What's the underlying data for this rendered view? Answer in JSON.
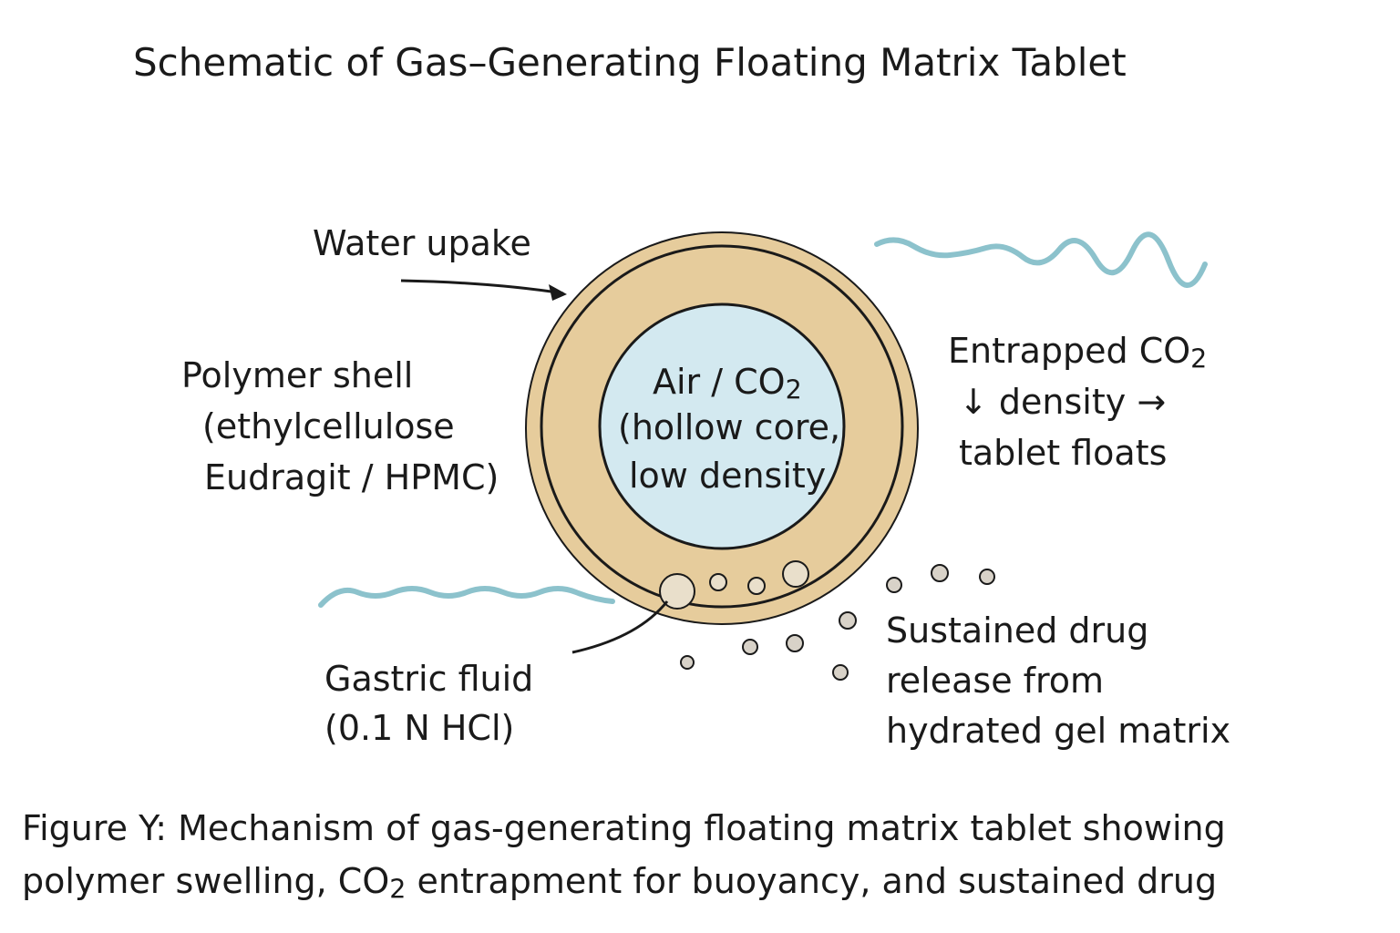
{
  "title": "Schematic of Gas–Generating Floating Matrix Tablet",
  "labels": {
    "water_uptake": "Water upake",
    "polymer_shell": [
      "Polymer shell",
      "(ethylcellulose",
      "Eudragit / HPMC)"
    ],
    "core": {
      "line1": "Air / CO",
      "line1_sub": "2",
      "line2": "(hollow core,",
      "line3": "low density"
    },
    "entrapped": {
      "line1": "Entrapped CO",
      "line1_sub": "2",
      "line2": "↓ density →",
      "line3": "tablet floats"
    },
    "gastric": [
      "Gastric fluid",
      "(0.1 N HCl)"
    ],
    "release": [
      "Sustained drug",
      "release from",
      "hydrated gel matrix"
    ]
  },
  "caption": {
    "line1": "Figure Y: Mechanism of gas-generating floating matrix tablet showing",
    "line2a": "polymer swelling, CO",
    "line2_sub": "2",
    "line2b": " entrapment for buoyancy, and sustained drug"
  },
  "colors": {
    "shell": "#e6cc9c",
    "core": "#d3e9f0",
    "wave": "#8cc2cc",
    "bubble": "#e9dfcb"
  }
}
